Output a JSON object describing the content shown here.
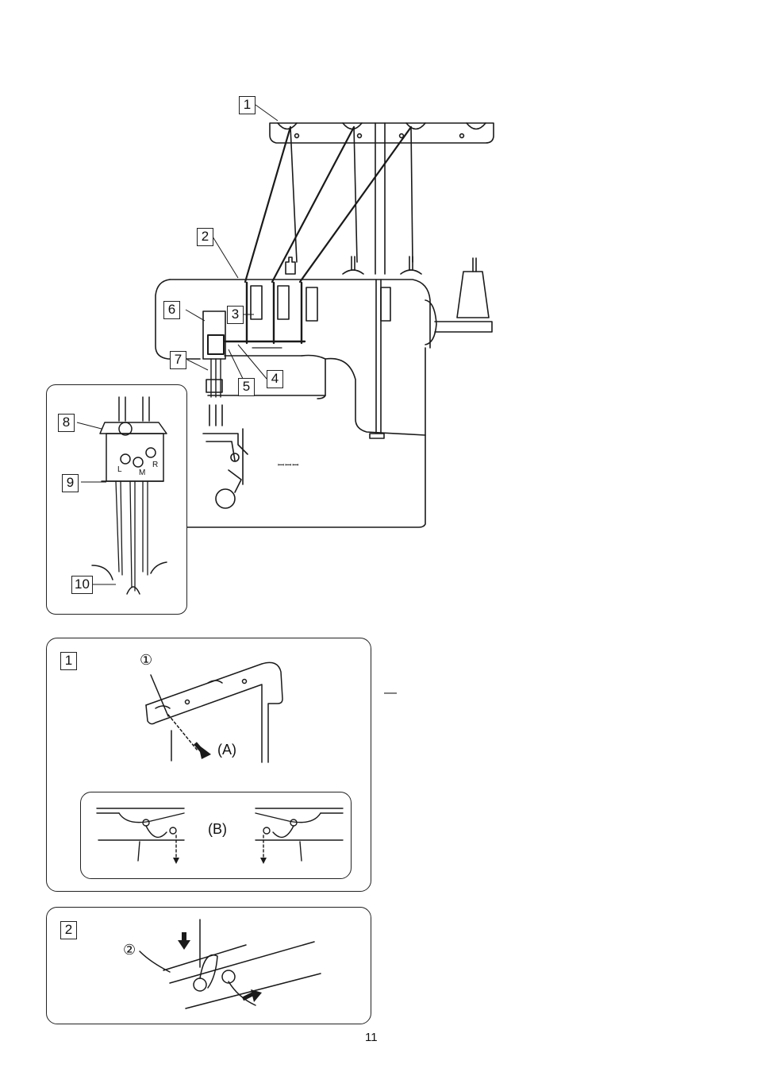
{
  "main_figure": {
    "callouts": [
      {
        "id": "c1",
        "text": "1"
      },
      {
        "id": "c2",
        "text": "2"
      },
      {
        "id": "c3",
        "text": "3"
      },
      {
        "id": "c4",
        "text": "4"
      },
      {
        "id": "c5",
        "text": "5"
      },
      {
        "id": "c6",
        "text": "6"
      },
      {
        "id": "c7",
        "text": "7"
      },
      {
        "id": "c8",
        "text": "8"
      },
      {
        "id": "c9",
        "text": "9"
      },
      {
        "id": "c10",
        "text": "10"
      }
    ],
    "needle_labels": {
      "left": "L",
      "middle": "M",
      "right": "R"
    },
    "machine_mark": "ꟷꟷꟷ"
  },
  "panel1": {
    "callout": "1",
    "ref": "①",
    "arrow_label": "(A)",
    "inset_label": "(B)"
  },
  "panel2": {
    "callout": "2",
    "ref": "②"
  },
  "page_number": "11",
  "side_mark": "—"
}
